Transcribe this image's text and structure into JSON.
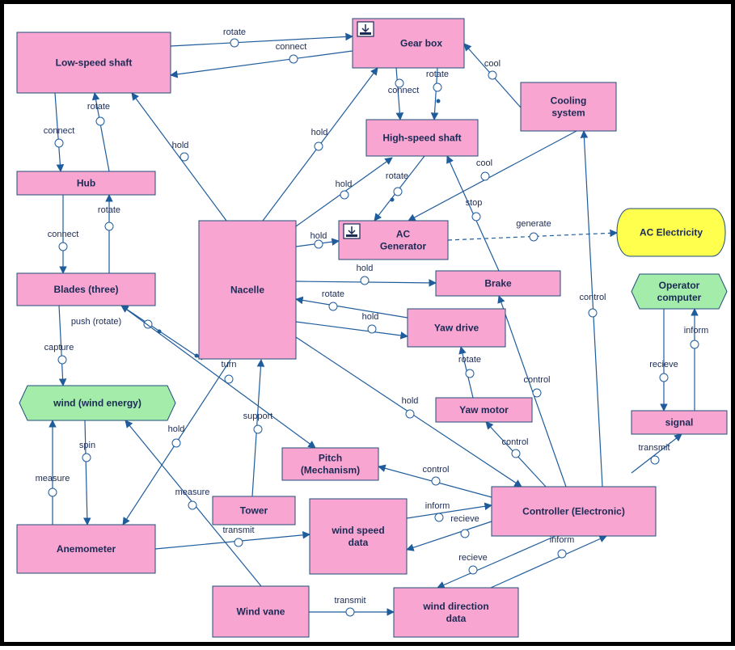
{
  "nodes": {
    "low_speed_shaft": "Low-speed shaft",
    "gear_box": "Gear box",
    "cooling_system": [
      "Cooling",
      "system"
    ],
    "high_speed_shaft": "High-speed shaft",
    "hub": "Hub",
    "ac_generator": [
      "AC",
      "Generator"
    ],
    "ac_electricity": "AC Electricity",
    "nacelle": "Nacelle",
    "brake": "Brake",
    "operator_computer": [
      "Operator",
      "computer"
    ],
    "blades": "Blades (three)",
    "yaw_drive": "Yaw drive",
    "wind": "wind (wind energy)",
    "yaw_motor": "Yaw motor",
    "signal": "signal",
    "pitch": [
      "Pitch",
      "(Mechanism)"
    ],
    "tower": "Tower",
    "wind_speed_data": [
      "wind speed",
      "data"
    ],
    "controller": "Controller (Electronic)",
    "anemometer": "Anemometer",
    "wind_vane": "Wind vane",
    "wind_direction_data": [
      "wind direction",
      "data"
    ]
  },
  "edge_labels": {
    "rotate_ls_gb": "rotate",
    "connect_gb_ls": "connect",
    "cool_cs_gb": "cool",
    "connect_gb_hs": "connect",
    "rotate_gb_hs": "rotate",
    "connect_ls_hub": "connect",
    "rotate_hub_ls": "rotate",
    "hold_nac_ls": "hold",
    "hold_nac_gb": "hold",
    "hold_nac_hs": "hold",
    "rotate_hs_gen": "rotate",
    "cool_cs_gen": "cool",
    "hold_nac_gen": "hold",
    "generate": "generate",
    "connect_hub_bl": "connect",
    "rotate_bl_hub": "rotate",
    "stop": "stop",
    "hold_nac_brake": "hold",
    "rotate_yd_nac": "rotate",
    "hold_nac_yd": "hold",
    "control_ctl_cs": "control",
    "control_ctl_brake": "control",
    "push": "push (rotate)",
    "capture": "capture",
    "turn": "turn",
    "rotate_ym_yd": "rotate",
    "inform_sig_op": "inform",
    "recieve_op_sig": "recieve",
    "hold_nac_ctl": "hold",
    "control_ctl_ym": "control",
    "hold_nac_anem": "hold",
    "support": "support",
    "spin": "spin",
    "measure_anem": "measure",
    "measure_vane": "measure",
    "control_ctl_pitch": "control",
    "transmit_ctl_sig": "transmit",
    "inform_wsd_ctl": "inform",
    "recieve_ctl_wsd": "recieve",
    "transmit_anem_wsd": "transmit",
    "inform_wdd_ctl": "inform",
    "recieve_ctl_wdd": "recieve",
    "transmit_vane_wdd": "transmit"
  },
  "colors": {
    "process": "#f8a6d1",
    "object_green": "#a3ecaa",
    "object_yellow": "#ffff4d",
    "link": "#1f5c9c",
    "text": "#1a2a55"
  }
}
